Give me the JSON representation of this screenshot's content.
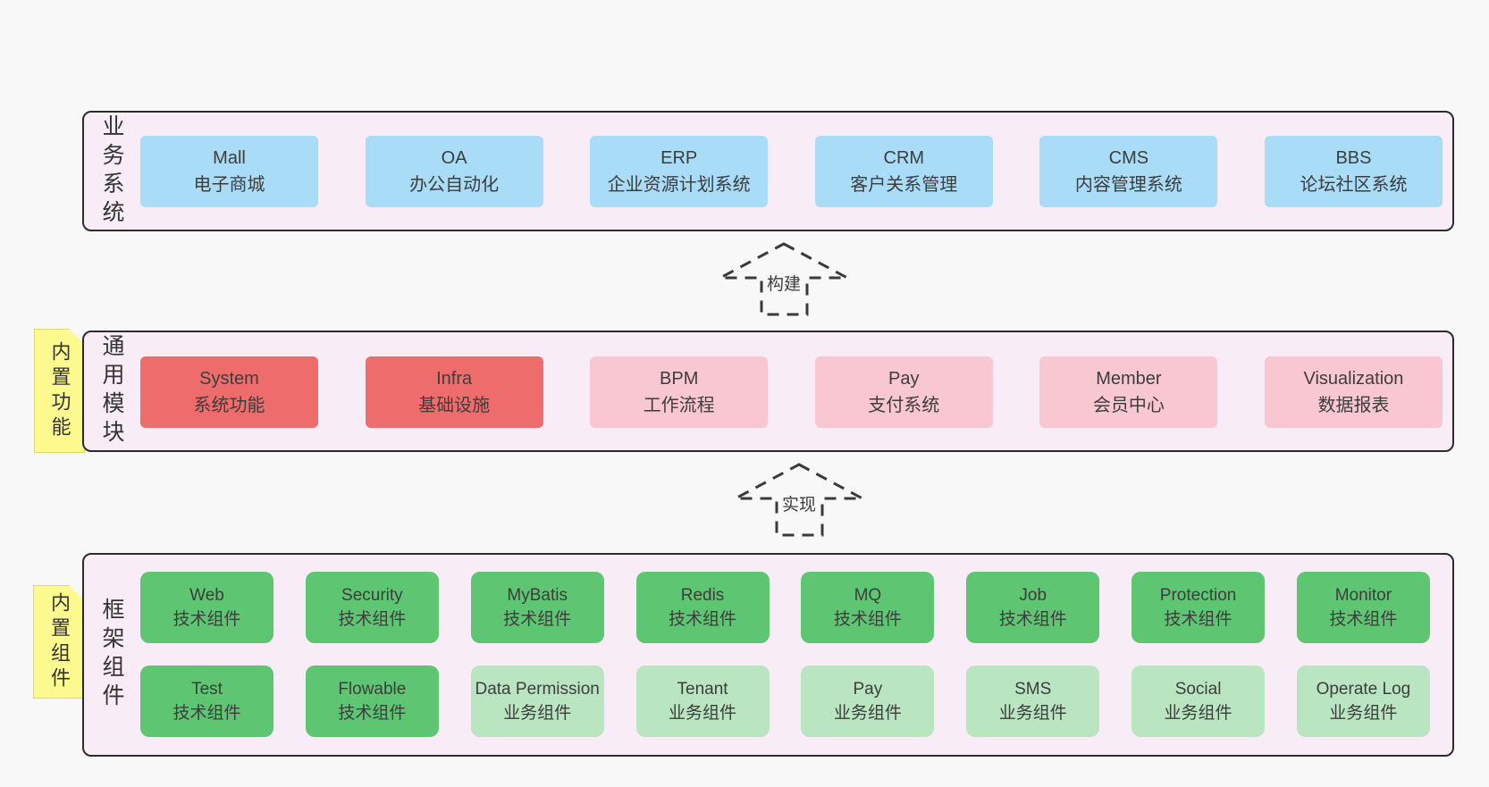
{
  "layers": {
    "business": {
      "label": "业务系统",
      "boxes": [
        {
          "name": "Mall",
          "desc": "电子商城"
        },
        {
          "name": "OA",
          "desc": "办公自动化"
        },
        {
          "name": "ERP",
          "desc": "企业资源计划系统"
        },
        {
          "name": "CRM",
          "desc": "客户关系管理"
        },
        {
          "name": "CMS",
          "desc": "内容管理系统"
        },
        {
          "name": "BBS",
          "desc": "论坛社区系统"
        }
      ]
    },
    "modules": {
      "label": "通用模块",
      "note": "内置功能",
      "boxes": [
        {
          "name": "System",
          "desc": "系统功能"
        },
        {
          "name": "Infra",
          "desc": "基础设施"
        },
        {
          "name": "BPM",
          "desc": "工作流程"
        },
        {
          "name": "Pay",
          "desc": "支付系统"
        },
        {
          "name": "Member",
          "desc": "会员中心"
        },
        {
          "name": "Visualization",
          "desc": "数据报表"
        }
      ]
    },
    "components": {
      "label": "框架组件",
      "note": "内置组件",
      "row1": [
        {
          "name": "Web",
          "desc": "技术组件"
        },
        {
          "name": "Security",
          "desc": "技术组件"
        },
        {
          "name": "MyBatis",
          "desc": "技术组件"
        },
        {
          "name": "Redis",
          "desc": "技术组件"
        },
        {
          "name": "MQ",
          "desc": "技术组件"
        },
        {
          "name": "Job",
          "desc": "技术组件"
        },
        {
          "name": "Protection",
          "desc": "技术组件"
        },
        {
          "name": "Monitor",
          "desc": "技术组件"
        }
      ],
      "row2": [
        {
          "name": "Test",
          "desc": "技术组件"
        },
        {
          "name": "Flowable",
          "desc": "技术组件"
        },
        {
          "name": "Data Permission",
          "desc": "业务组件"
        },
        {
          "name": "Tenant",
          "desc": "业务组件"
        },
        {
          "name": "Pay",
          "desc": "业务组件"
        },
        {
          "name": "SMS",
          "desc": "业务组件"
        },
        {
          "name": "Social",
          "desc": "业务组件"
        },
        {
          "name": "Operate Log",
          "desc": "业务组件"
        }
      ]
    }
  },
  "arrows": {
    "build": "构建",
    "implement": "实现"
  },
  "colors": {
    "page_bg": "#f8f8f8",
    "container_bg": "#f8edf6",
    "border": "#2b2b2b",
    "blue": "#a9dcf7",
    "red": "#ef6c6c",
    "pink": "#f9c7d1",
    "green": "#5ec573",
    "light_green": "#b9e5c0",
    "note_bg": "#fcf98e",
    "dash": "#3a3a3a"
  }
}
